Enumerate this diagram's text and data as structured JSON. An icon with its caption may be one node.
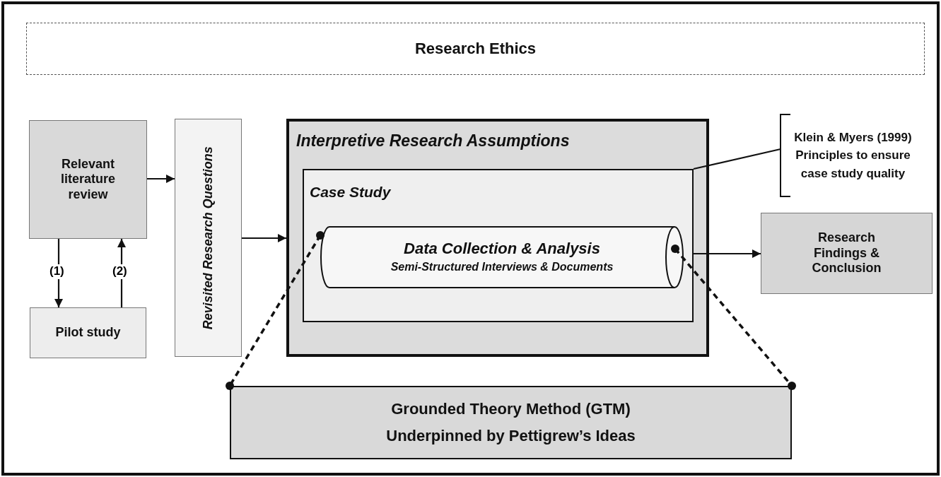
{
  "diagram": {
    "nodes": [
      {
        "text": [
          "Research Ethics"
        ]
      },
      {
        "text": [
          "Relevant literature review"
        ]
      },
      {
        "text": [
          "Pilot study"
        ]
      },
      {
        "text": [
          "Revisited Research Questions"
        ]
      },
      {
        "text": [
          "Interpretive Research  Assumptions"
        ]
      },
      {
        "text": [
          "Case Study"
        ],
        "in": 4
      },
      {
        "text": [
          "Data Collection & Analysis",
          "Semi-Structured Interviews & Documents"
        ],
        "in": 5
      },
      {
        "text": [
          "Klein & Myers (1999)  Principles to ensure case study quality"
        ]
      },
      {
        "text": [
          "Research Findings & Conclusion"
        ]
      },
      {
        "text": [
          "Grounded Theory Method (GTM)",
          "Underpinned by Pettigrew’s Ideas"
        ]
      }
    ],
    "edges": [
      {
        "from": 1,
        "to": 3,
        "arrow": "to"
      },
      {
        "from": 1,
        "to": 2,
        "arrow": "to",
        "label": "(1)"
      },
      {
        "from": 2,
        "to": 1,
        "arrow": "to",
        "label": "(2)"
      },
      {
        "from": 3,
        "to": 4,
        "arrow": "to"
      },
      {
        "from": 5,
        "to": 8,
        "arrow": "to"
      },
      {
        "from": 7,
        "to": 5,
        "arrow": "none"
      },
      {
        "from": 6,
        "to": 9,
        "arrow": "other",
        "style": "dashed"
      },
      {
        "from": 6,
        "to": 9,
        "arrow": "other",
        "style": "dashed"
      }
    ]
  }
}
